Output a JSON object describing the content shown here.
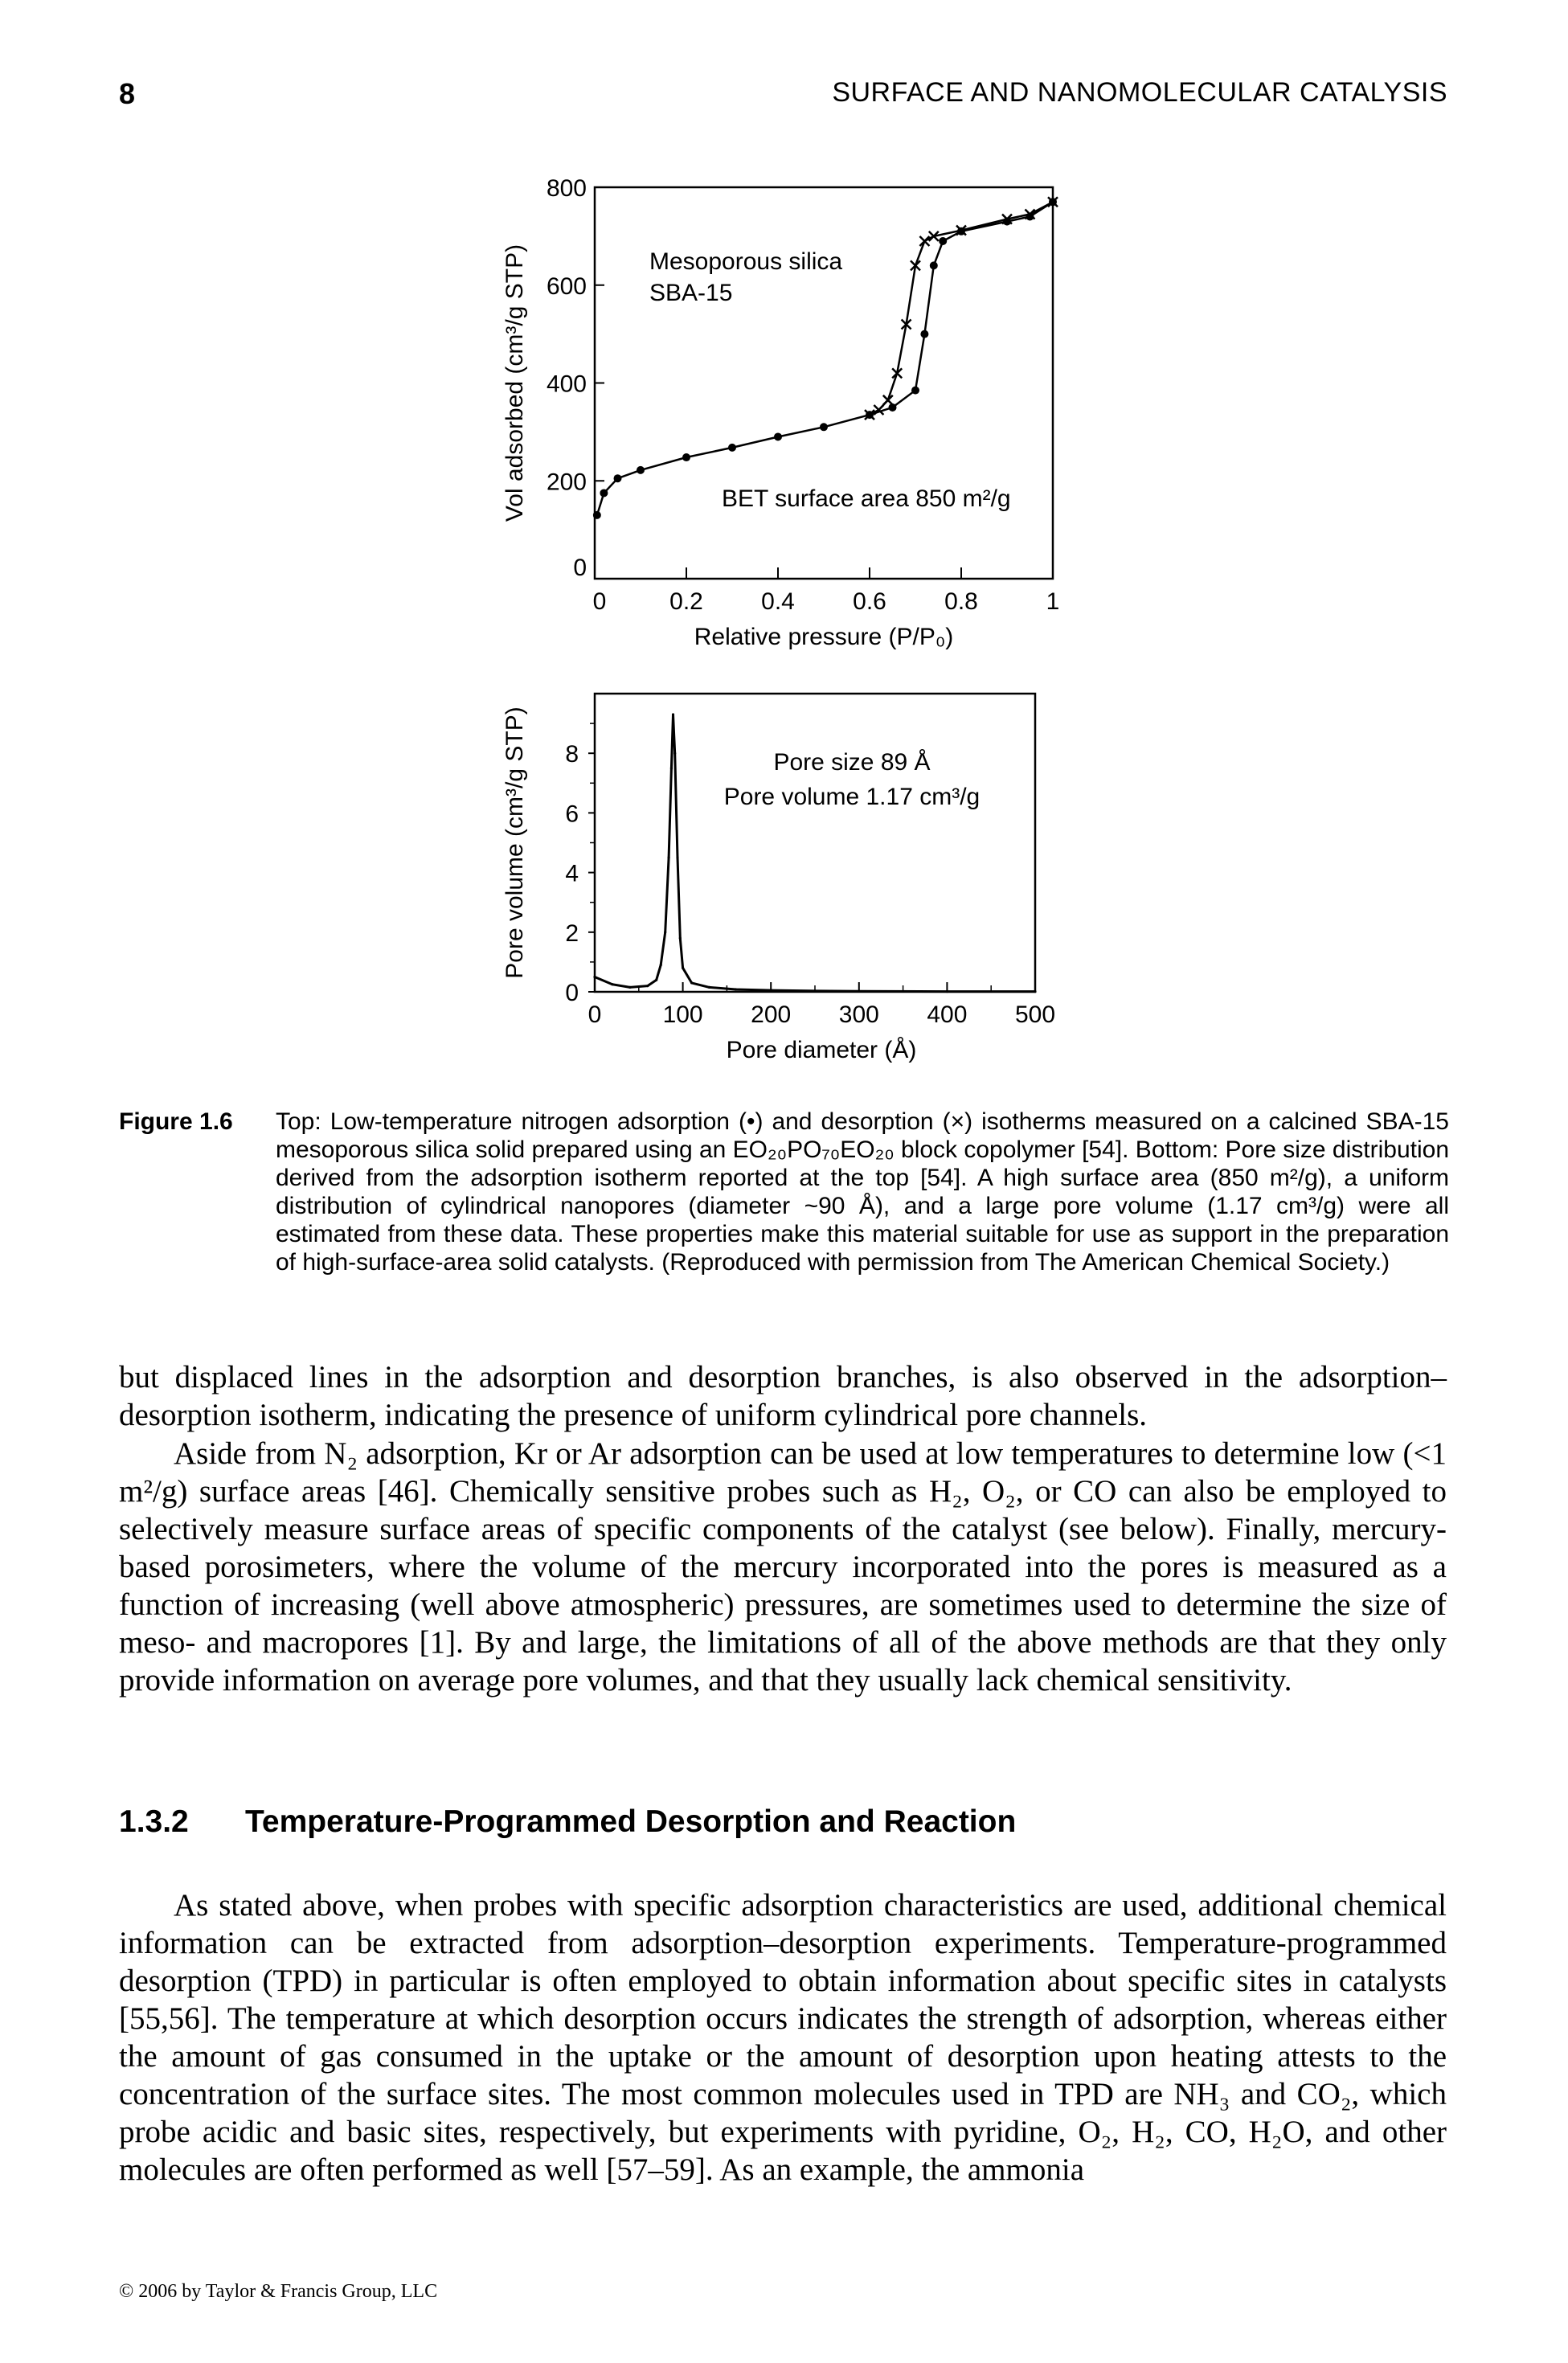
{
  "header": {
    "page_number": "8",
    "running_head": "SURFACE AND NANOMOLECULAR CATALYSIS"
  },
  "figure": {
    "top_plot": {
      "ylabel": "Vol adsorbed (cm³/g STP)",
      "xlabel": "Relative pressure (P/P₀)",
      "y_ticks": [
        "0",
        "200",
        "400",
        "600",
        "800"
      ],
      "x_ticks": [
        "0",
        "0.2",
        "0.4",
        "0.6",
        "0.8",
        "1"
      ],
      "annotation_line1": "Mesoporous silica",
      "annotation_line2": "SBA-15",
      "annotation_bet": "BET surface area 850 m²/g"
    },
    "bottom_plot": {
      "ylabel": "Pore volume (cm³/g STP)",
      "xlabel": "Pore diameter (Å)",
      "y_ticks": [
        "0",
        "2",
        "4",
        "6",
        "8"
      ],
      "x_ticks": [
        "0",
        "100",
        "200",
        "300",
        "400",
        "500"
      ],
      "annotation_line1": "Pore size 89 Å",
      "annotation_line2": "Pore volume 1.17 cm³/g"
    },
    "caption_label": "Figure 1.6",
    "caption_text": "Top: Low-temperature nitrogen adsorption (•) and desorption (×) isotherms measured on a calcined SBA-15 mesoporous silica solid prepared using an EO₂₀PO₇₀EO₂₀ block copolymer [54]. Bottom: Pore size distribution derived from the adsorption isotherm reported at the top [54]. A high surface area (850 m²/g), a uniform distribution of cylindrical nanopores (diameter ~90 Å), and a large pore volume (1.17 cm³/g) were all estimated from these data. These properties make this material suitable for use as support in the preparation of high-surface-area solid catalysts. (Reproduced with permission from The American Chemical Society.)"
  },
  "chart_data": [
    {
      "type": "line",
      "xlabel": "Relative pressure (P/P₀)",
      "ylabel": "Vol adsorbed (cm³/g STP)",
      "xlim": [
        0,
        1
      ],
      "ylim": [
        0,
        800
      ],
      "grid": false,
      "series": [
        {
          "name": "adsorption (•)",
          "x": [
            0.005,
            0.02,
            0.05,
            0.1,
            0.2,
            0.3,
            0.4,
            0.5,
            0.6,
            0.65,
            0.7,
            0.72,
            0.74,
            0.76,
            0.8,
            0.9,
            0.95,
            1.0
          ],
          "y": [
            130,
            175,
            205,
            222,
            248,
            268,
            290,
            310,
            335,
            350,
            385,
            500,
            640,
            690,
            710,
            730,
            740,
            770
          ]
        },
        {
          "name": "desorption (×)",
          "x": [
            1.0,
            0.95,
            0.9,
            0.8,
            0.74,
            0.72,
            0.7,
            0.68,
            0.66,
            0.64,
            0.62,
            0.6
          ],
          "y": [
            770,
            745,
            735,
            712,
            700,
            690,
            640,
            520,
            420,
            365,
            345,
            335
          ]
        }
      ]
    },
    {
      "type": "line",
      "xlabel": "Pore diameter (Å)",
      "ylabel": "Pore volume (cm³/g STP)",
      "xlim": [
        0,
        500
      ],
      "ylim": [
        0,
        10
      ],
      "grid": false,
      "series": [
        {
          "x": [
            0,
            20,
            40,
            60,
            70,
            75,
            80,
            84,
            87,
            89,
            91,
            94,
            97,
            100,
            110,
            130,
            160,
            200,
            250,
            300,
            400,
            500
          ],
          "y": [
            0.5,
            0.25,
            0.15,
            0.2,
            0.4,
            0.9,
            2.0,
            4.5,
            7.5,
            9.3,
            8.0,
            4.5,
            1.8,
            0.8,
            0.3,
            0.15,
            0.08,
            0.05,
            0.03,
            0.02,
            0.01,
            0.01
          ]
        }
      ]
    }
  ],
  "body": {
    "para1": "but displaced lines in the adsorption and desorption branches, is also observed in the adsorption–desorption isotherm, indicating the presence of uniform cylindrical pore channels.",
    "para2": "Aside from N₂ adsorption, Kr or Ar adsorption can be used at low temperatures to determine low (<1 m²/g) surface areas [46]. Chemically sensitive probes such as H₂, O₂, or CO can also be employed to selectively measure surface areas of specific components of the catalyst (see below). Finally, mercury-based porosimeters, where the volume of the mercury incorporated into the pores is measured as a function of increasing (well above atmospheric) pressures, are sometimes used to determine the size of meso- and macropores [1]. By and large, the limitations of all of the above methods are that they only provide information on average pore volumes, and that they usually lack chemical sensitivity.",
    "section_number": "1.3.2",
    "section_title": "Temperature-Programmed Desorption and Reaction",
    "para3": "As stated above, when probes with specific adsorption characteristics are used, additional chemical information can be extracted from adsorption–desorption experiments. Temperature-programmed desorption (TPD) in particular is often employed to obtain information about specific sites in catalysts [55,56]. The temperature at which desorption occurs indicates the strength of adsorption, whereas either the amount of gas consumed in the uptake or the amount of desorption upon heating attests to the concentration of the surface sites. The most common molecules used in TPD are NH₃ and CO₂, which probe acidic and basic sites, respectively, but experiments with pyridine, O₂, H₂, CO, H₂O, and other molecules are often performed as well [57–59]. As an example, the ammonia"
  },
  "footer": {
    "copyright": "© 2006 by Taylor & Francis Group, LLC"
  }
}
